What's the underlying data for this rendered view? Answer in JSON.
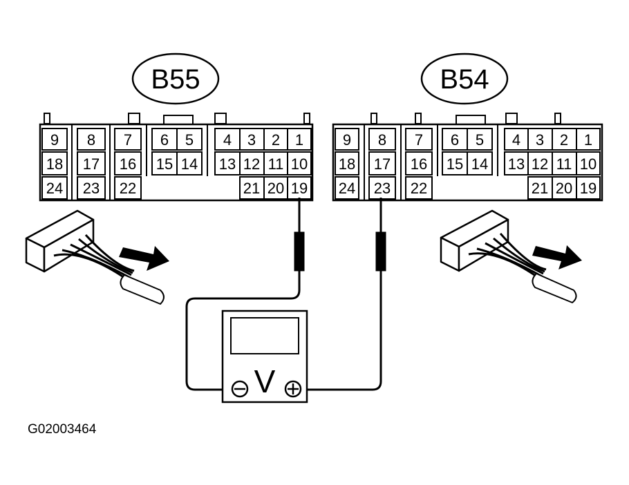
{
  "connectors": [
    {
      "label": "B55",
      "pins": {
        "p9": "9",
        "p8": "8",
        "p7": "7",
        "p6": "6",
        "p5": "5",
        "p4": "4",
        "p3": "3",
        "p2": "2",
        "p1": "1",
        "p18": "18",
        "p17": "17",
        "p16": "16",
        "p15": "15",
        "p14": "14",
        "p13": "13",
        "p12": "12",
        "p11": "11",
        "p10": "10",
        "p24": "24",
        "p23": "23",
        "p22": "22",
        "p21": "21",
        "p20": "20",
        "p19": "19"
      }
    },
    {
      "label": "B54",
      "pins": {
        "p9": "9",
        "p8": "8",
        "p7": "7",
        "p6": "6",
        "p5": "5",
        "p4": "4",
        "p3": "3",
        "p2": "2",
        "p1": "1",
        "p18": "18",
        "p17": "17",
        "p16": "16",
        "p15": "15",
        "p14": "14",
        "p13": "13",
        "p12": "12",
        "p11": "11",
        "p10": "10",
        "p24": "24",
        "p23": "23",
        "p22": "22",
        "p21": "21",
        "p20": "20",
        "p19": "19"
      }
    }
  ],
  "voltmeter": {
    "symbol": "V",
    "negative_terminal": "−",
    "positive_terminal": "+"
  },
  "probes": {
    "negative_lead": {
      "connector": "B55",
      "pin": "19"
    },
    "positive_lead": {
      "connector": "B54",
      "pin": "23"
    }
  },
  "figure_code": "G02003464",
  "colors": {
    "ink": "#000000",
    "paper": "#ffffff"
  },
  "icons": [
    "harness-connector-icon",
    "insert-arrow-icon",
    "voltmeter-icon",
    "test-probe-icon"
  ]
}
